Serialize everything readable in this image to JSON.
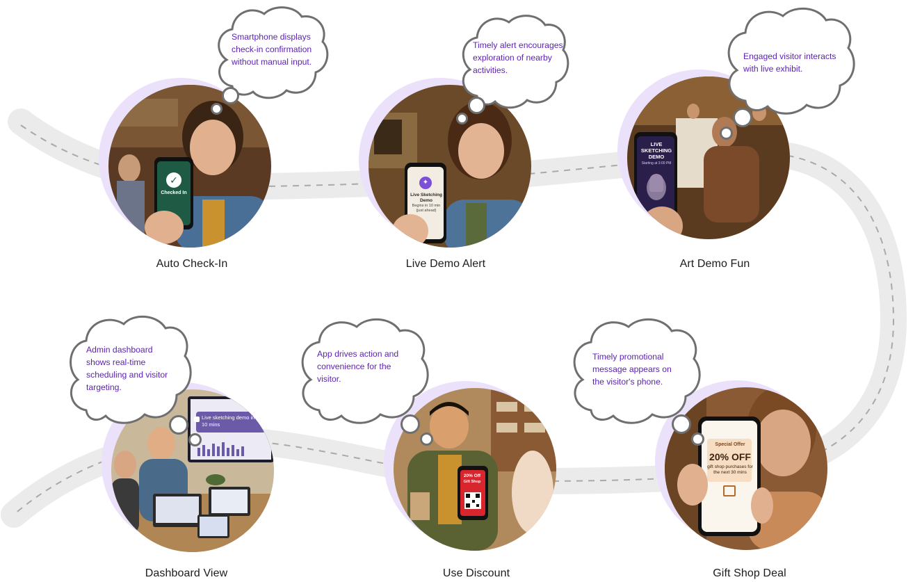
{
  "colors": {
    "path": "#ebebeb",
    "dash": "#a9a9a9",
    "halo": "#ece1fb",
    "cloud_stroke": "#6f6f6f",
    "cloud_text": "#5a1fb3",
    "label": "#1c1c1c",
    "accent_purple": "#7b4fd6",
    "checkin_green": "#1f5a45"
  },
  "steps": [
    {
      "label": "Auto Check-In",
      "thought": [
        "Smartphone displays",
        "check-in confirmation",
        "without manual input."
      ],
      "icon": "check-circle-icon",
      "phone": {
        "title": "Checked In"
      }
    },
    {
      "label": "Live Demo Alert",
      "thought": [
        "Timely alert encourages",
        "exploration of nearby",
        "activities."
      ],
      "icon": "bell-icon",
      "phone": {
        "title": "Live Sketching Demo",
        "subtitle": "Begins in 10 min (just ahead)"
      }
    },
    {
      "label": "Art Demo Fun",
      "thought": [
        "Engaged visitor interacts",
        "with live exhibit."
      ],
      "icon": "bust-icon",
      "phone": {
        "title": "LIVE SKETCHING DEMO",
        "subtitle": "Starting at 3:00 PM"
      }
    },
    {
      "label": "Dashboard View",
      "thought": [
        "Admin dashboard",
        "shows real-time",
        "scheduling and visitor",
        "targeting."
      ],
      "icon": "dashboard-icon",
      "screen": {
        "title": "Live sketching demo in 10 mins"
      }
    },
    {
      "label": "Use Discount",
      "thought": [
        "App drives action and",
        "convenience for the",
        "visitor."
      ],
      "icon": "qr-code-icon",
      "phone": {
        "title": "20% Off",
        "subtitle": "Gift Shop"
      }
    },
    {
      "label": "Gift Shop Deal",
      "thought": [
        "Timely promotional",
        "message appears on",
        "the visitor's phone."
      ],
      "icon": "shop-icon",
      "phone": {
        "kicker": "Special Offer",
        "title": "20% OFF",
        "subtitle": "gift shop purchases for the next 30 mins"
      }
    }
  ]
}
